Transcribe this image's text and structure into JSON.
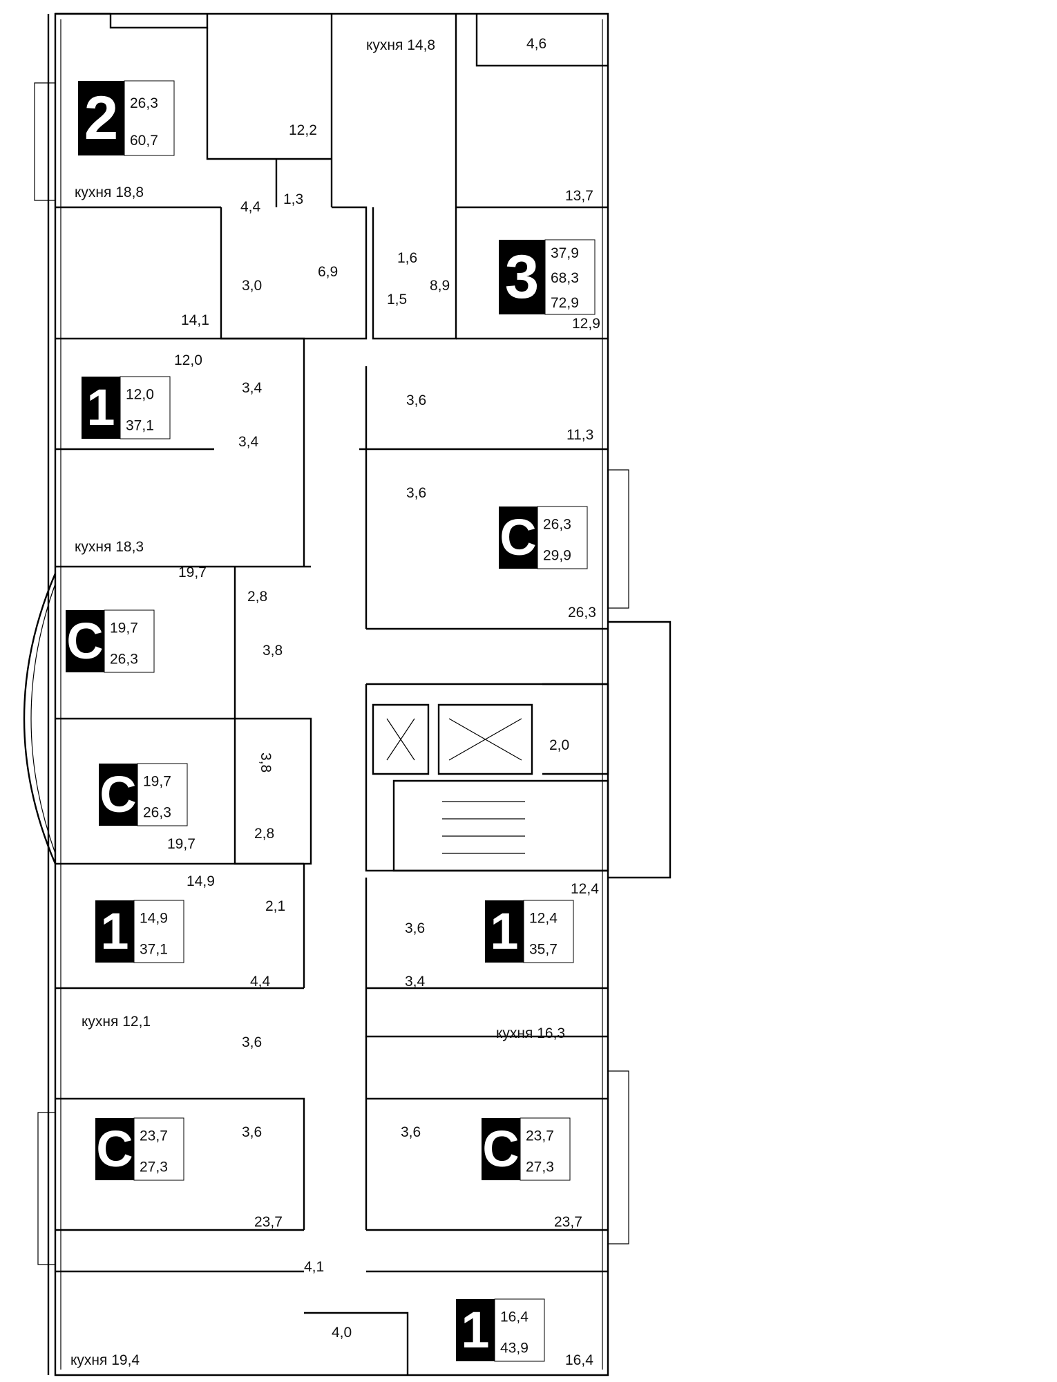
{
  "plan": {
    "apartments": [
      {
        "code": "2",
        "values": [
          "26,3",
          "60,7"
        ]
      },
      {
        "code": "3",
        "values": [
          "37,9",
          "68,3",
          "72,9"
        ]
      },
      {
        "code": "1",
        "values": [
          "12,0",
          "37,1"
        ]
      },
      {
        "code": "C",
        "values": [
          "26,3",
          "29,9"
        ]
      },
      {
        "code": "C",
        "values": [
          "19,7",
          "26,3"
        ]
      },
      {
        "code": "C",
        "values": [
          "19,7",
          "26,3"
        ]
      },
      {
        "code": "1",
        "values": [
          "14,9",
          "37,1"
        ]
      },
      {
        "code": "1",
        "values": [
          "12,4",
          "35,7"
        ]
      },
      {
        "code": "C",
        "values": [
          "23,7",
          "27,3"
        ]
      },
      {
        "code": "C",
        "values": [
          "23,7",
          "27,3"
        ]
      },
      {
        "code": "1",
        "values": [
          "16,4",
          "43,9"
        ]
      }
    ],
    "rooms": [
      "кухня 14,8",
      "4,6",
      "12,2",
      "кухня 18,8",
      "1,3",
      "4,4",
      "13,7",
      "1,6",
      "6,9",
      "3,0",
      "8,9",
      "1,5",
      "14,1",
      "12,9",
      "12,0",
      "3,4",
      "3,6",
      "3,4",
      "11,3",
      "3,6",
      "кухня 18,3",
      "19,7",
      "2,8",
      "26,3",
      "3,8",
      "2,0",
      "3,8",
      "19,7",
      "2,8",
      "14,9",
      "2,1",
      "12,4",
      "3,6",
      "4,4",
      "3,4",
      "кухня 12,1",
      "кухня 16,3",
      "3,6",
      "3,6",
      "3,6",
      "23,7",
      "23,7",
      "4,1",
      "4,0",
      "кухня 19,4",
      "16,4"
    ]
  }
}
